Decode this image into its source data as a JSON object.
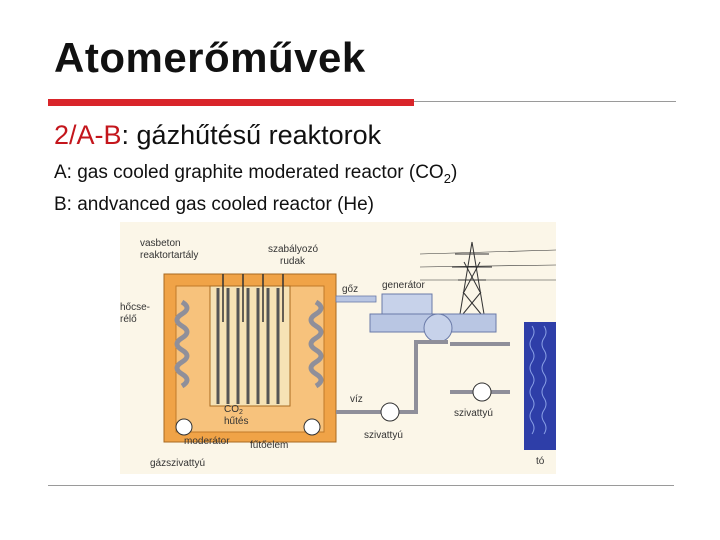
{
  "title": "Atomerőművek",
  "subtitle": {
    "prefix": "2/A-B",
    "rest": ": gázhűtésű reaktorok"
  },
  "line_a": {
    "text": "A: gas cooled graphite moderated reactor (CO",
    "sub": "2",
    "end": ")"
  },
  "line_b": "B: andvanced gas cooled reactor (He)",
  "diagram_labels": {
    "vasbeton": "vasbeton",
    "reaktortartaly": "reaktortartály",
    "szabalyozo": "szabályozó",
    "rudak": "rudak",
    "gepresz": "gőz",
    "generator": "generátor",
    "hocserelo1": "hőcse-",
    "hocserelo2": "rélő",
    "co2": "CO",
    "co2_sub": "2",
    "hutes": "hűtés",
    "moderator": "moderátor",
    "futoelem": "fűtőelem",
    "gazszivattyu": "gázszivattyú",
    "viz": "víz",
    "szivattyu1": "szivattyú",
    "szivattyu2": "szivattyú",
    "to": "tó"
  },
  "colors": {
    "accent": "#d9252a",
    "orange": "#f0a347",
    "light_orange": "#f7c27c",
    "pipe_grey": "#8f8f9a",
    "steam_blue": "#b9c6e3",
    "water_blue": "#2e3ea8"
  }
}
